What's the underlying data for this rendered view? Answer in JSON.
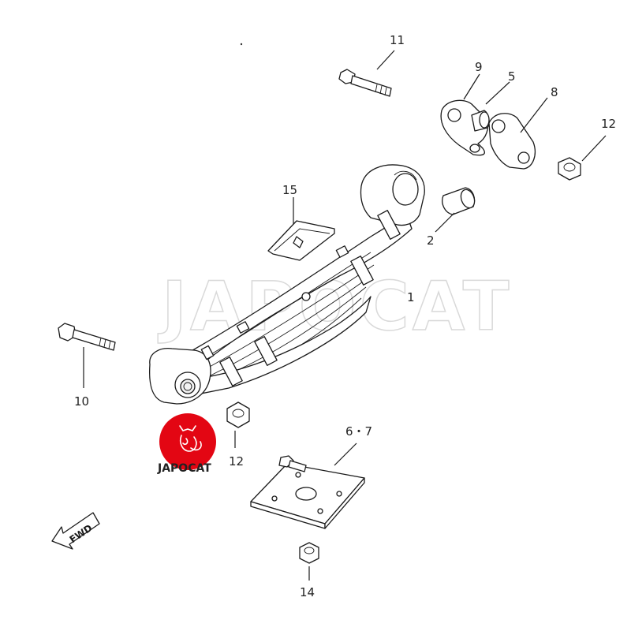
{
  "watermark": "JAPOCAT",
  "logo": {
    "text": "JAPOCAT",
    "color": "#e30613"
  },
  "direction_label": "FWD",
  "callouts": {
    "c1": "1",
    "c2": "2",
    "c5": "5",
    "c67": "6・7",
    "c8": "8",
    "c9": "9",
    "c10": "10",
    "c11": "11",
    "c12a": "12",
    "c12b": "12",
    "c14": "14",
    "c15": "15"
  }
}
